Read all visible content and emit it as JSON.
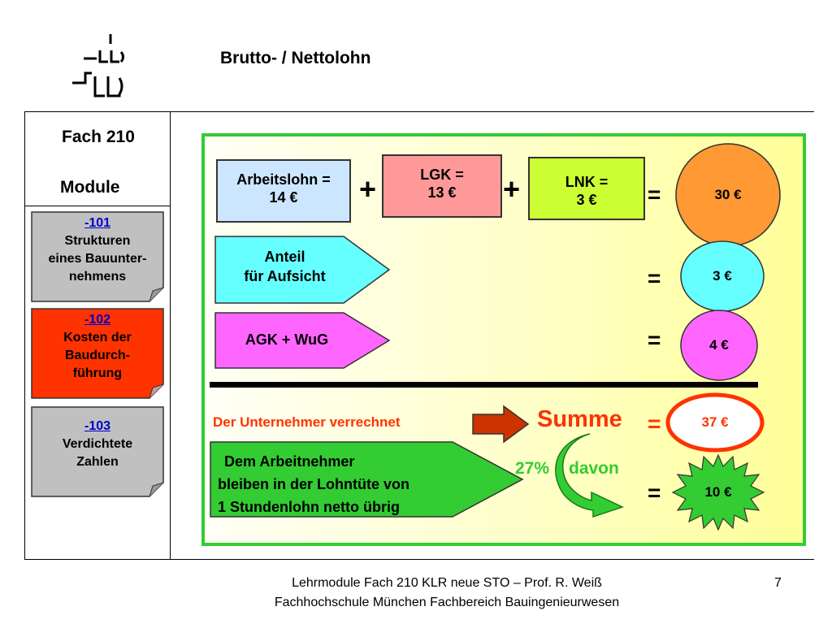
{
  "header": {
    "title": "Brutto- / Nettolohn"
  },
  "sidebar": {
    "fach": "Fach 210",
    "module": "Module",
    "items": [
      {
        "num": "-101",
        "line1": "Strukturen",
        "line2": "eines Bauunter-",
        "line3": "nehmens",
        "bg": "#c0c0c0"
      },
      {
        "num": "-102",
        "line1": "Kosten der",
        "line2": "Baudurch-",
        "line3": "führung",
        "bg": "#ff3300"
      },
      {
        "num": "-103",
        "line1": "Verdichtete",
        "line2": "Zahlen",
        "line3": "",
        "bg": "#c0c0c0"
      }
    ]
  },
  "diagram": {
    "arbeitslohn": {
      "line1": "Arbeitslohn =",
      "line2": "14 €"
    },
    "plus": "+",
    "lgk": {
      "line1": "LGK =",
      "line2": "13 €"
    },
    "lnk": {
      "line1": "LNK =",
      "line2": "3 €"
    },
    "equals": "=",
    "total_30": "30 €",
    "anteil": {
      "line1": "Anteil",
      "line2": "für Aufsicht"
    },
    "val_3": "3 €",
    "agk": "AGK + WuG",
    "val_4": "4 €",
    "unternehmer": "Der Unternehmer verrechnet",
    "summe": "Summe",
    "val_37": "37 €",
    "arbeitnehmer": {
      "line1": "Dem Arbeitnehmer",
      "line2": "bleiben in der Lohntüte von",
      "line3": "1 Stundenlohn netto übrig"
    },
    "percent": "27%",
    "davon": "davon",
    "val_10": "10 €"
  },
  "colors": {
    "panel_border": "#33cc33",
    "arbeitslohn": "#cce6ff",
    "lgk": "#ff9999",
    "lnk": "#ccff33",
    "orange": "#ff9933",
    "cyan": "#66ffff",
    "magenta": "#ff66ff",
    "red_text": "#ff3300",
    "green": "#33cc33"
  },
  "footer": {
    "line1": "Lehrmodule Fach 210 KLR neue STO – Prof. R. Weiß",
    "line2": "Fachhochschule München Fachbereich Bauingenieurwesen",
    "page": "7"
  }
}
